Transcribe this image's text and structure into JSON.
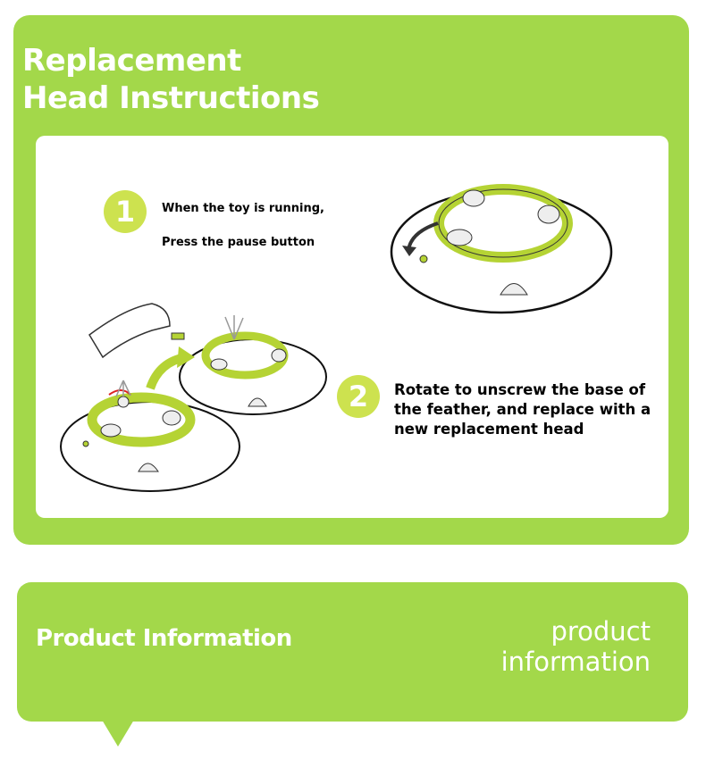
{
  "header": {
    "title_line1": "Replacement",
    "title_line2": "Head Instructions"
  },
  "steps": [
    {
      "number": "1",
      "line1": "When the toy is running,",
      "line2": "Press the pause button"
    },
    {
      "number": "2",
      "text": "Rotate to unscrew the base of the feather, and replace with a new replacement head"
    }
  ],
  "banner": {
    "title": "Product Information",
    "subtitle_line1": "product",
    "subtitle_line2": "information"
  },
  "colors": {
    "accent": "#a3d84a",
    "step_badge": "#cde24f"
  }
}
